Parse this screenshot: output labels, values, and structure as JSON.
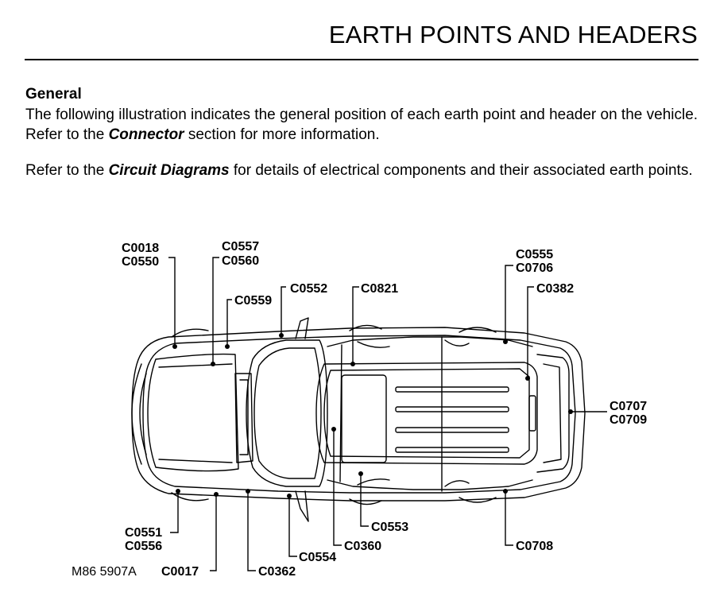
{
  "page": {
    "title": "EARTH POINTS AND HEADERS",
    "section_heading": "General",
    "para1_a": "The following illustration indicates the general position of each earth point and header on the vehicle. Refer to the ",
    "para1_link": "Connector",
    "para1_b": "  section for more information.",
    "para2_a": "Refer to the  ",
    "para2_link": "Circuit Diagrams",
    "para2_b": "  for details of electrical components and their associated earth points."
  },
  "diagram": {
    "reference": "M86 5907A",
    "labels": {
      "c0018": "C0018",
      "c0550": "C0550",
      "c0557": "C0557",
      "c0560": "C0560",
      "c0559": "C0559",
      "c0552": "C0552",
      "c0821": "C0821",
      "c0555": "C0555",
      "c0706": "C0706",
      "c0382": "C0382",
      "c0707": "C0707",
      "c0709": "C0709",
      "c0551": "C0551",
      "c0556": "C0556",
      "c0017": "C0017",
      "c0362": "C0362",
      "c0554": "C0554",
      "c0360": "C0360",
      "c0553": "C0553",
      "c0708": "C0708"
    }
  }
}
